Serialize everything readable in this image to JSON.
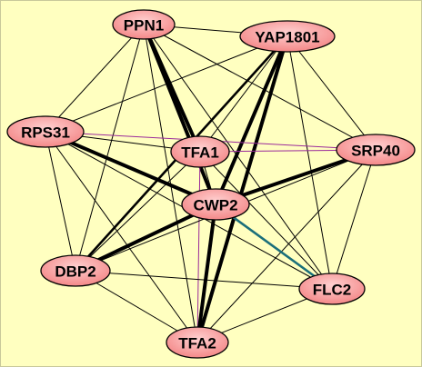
{
  "colors": {
    "background": "#ffffc0",
    "node_fill": "#f48a8a",
    "node_fill_light": "#ffd0d0",
    "node_stroke": "#000000",
    "edge_default": "#000000",
    "edge_purple": "#9a2a9a",
    "edge_teal": "#1a6f7a"
  },
  "nodes": [
    {
      "id": "PPN1",
      "label": "PPN1"
    },
    {
      "id": "YAP1801",
      "label": "YAP1801"
    },
    {
      "id": "RPS31",
      "label": "RPS31"
    },
    {
      "id": "TFA1",
      "label": "TFA1"
    },
    {
      "id": "SRP40",
      "label": "SRP40"
    },
    {
      "id": "CWP2",
      "label": "CWP2"
    },
    {
      "id": "DBP2",
      "label": "DBP2"
    },
    {
      "id": "FLC2",
      "label": "FLC2"
    },
    {
      "id": "TFA2",
      "label": "TFA2"
    }
  ],
  "edges": [
    {
      "source": "PPN1",
      "target": "YAP1801",
      "weight": "thin",
      "color": "black"
    },
    {
      "source": "PPN1",
      "target": "RPS31",
      "weight": "thin",
      "color": "black"
    },
    {
      "source": "PPN1",
      "target": "TFA1",
      "weight": "heavy",
      "color": "black"
    },
    {
      "source": "PPN1",
      "target": "SRP40",
      "weight": "thin",
      "color": "black"
    },
    {
      "source": "PPN1",
      "target": "CWP2",
      "weight": "heavy",
      "color": "black"
    },
    {
      "source": "PPN1",
      "target": "DBP2",
      "weight": "thin",
      "color": "black"
    },
    {
      "source": "PPN1",
      "target": "FLC2",
      "weight": "thin",
      "color": "black"
    },
    {
      "source": "PPN1",
      "target": "TFA2",
      "weight": "thin",
      "color": "black"
    },
    {
      "source": "YAP1801",
      "target": "RPS31",
      "weight": "thin",
      "color": "black"
    },
    {
      "source": "YAP1801",
      "target": "TFA1",
      "weight": "thin",
      "color": "black"
    },
    {
      "source": "YAP1801",
      "target": "SRP40",
      "weight": "thin",
      "color": "black"
    },
    {
      "source": "YAP1801",
      "target": "CWP2",
      "weight": "heavy",
      "color": "black"
    },
    {
      "source": "YAP1801",
      "target": "DBP2",
      "weight": "medium",
      "color": "black"
    },
    {
      "source": "YAP1801",
      "target": "FLC2",
      "weight": "thin",
      "color": "black"
    },
    {
      "source": "YAP1801",
      "target": "TFA2",
      "weight": "heavy",
      "color": "black"
    },
    {
      "source": "RPS31",
      "target": "TFA1",
      "weight": "thin",
      "color": "black"
    },
    {
      "source": "RPS31",
      "target": "SRP40",
      "weight": "thin",
      "color": "purple"
    },
    {
      "source": "RPS31",
      "target": "CWP2",
      "weight": "heavy",
      "color": "black"
    },
    {
      "source": "RPS31",
      "target": "DBP2",
      "weight": "thin",
      "color": "black"
    },
    {
      "source": "RPS31",
      "target": "FLC2",
      "weight": "thin",
      "color": "black"
    },
    {
      "source": "RPS31",
      "target": "TFA2",
      "weight": "thin",
      "color": "black"
    },
    {
      "source": "TFA1",
      "target": "SRP40",
      "weight": "thin",
      "color": "purple"
    },
    {
      "source": "TFA1",
      "target": "CWP2",
      "weight": "thin",
      "color": "black"
    },
    {
      "source": "TFA1",
      "target": "DBP2",
      "weight": "thin",
      "color": "black"
    },
    {
      "source": "TFA1",
      "target": "FLC2",
      "weight": "thin",
      "color": "black"
    },
    {
      "source": "TFA1",
      "target": "TFA2",
      "weight": "thin",
      "color": "purple"
    },
    {
      "source": "SRP40",
      "target": "CWP2",
      "weight": "heavy",
      "color": "black"
    },
    {
      "source": "SRP40",
      "target": "DBP2",
      "weight": "thin",
      "color": "black"
    },
    {
      "source": "SRP40",
      "target": "FLC2",
      "weight": "thin",
      "color": "black"
    },
    {
      "source": "SRP40",
      "target": "TFA2",
      "weight": "thin",
      "color": "black"
    },
    {
      "source": "CWP2",
      "target": "DBP2",
      "weight": "heavy",
      "color": "black"
    },
    {
      "source": "CWP2",
      "target": "FLC2",
      "weight": "medium",
      "color": "teal"
    },
    {
      "source": "CWP2",
      "target": "TFA2",
      "weight": "heavy",
      "color": "black"
    },
    {
      "source": "DBP2",
      "target": "FLC2",
      "weight": "thin",
      "color": "black"
    },
    {
      "source": "DBP2",
      "target": "TFA2",
      "weight": "thin",
      "color": "black"
    },
    {
      "source": "FLC2",
      "target": "TFA2",
      "weight": "thin",
      "color": "black"
    }
  ]
}
